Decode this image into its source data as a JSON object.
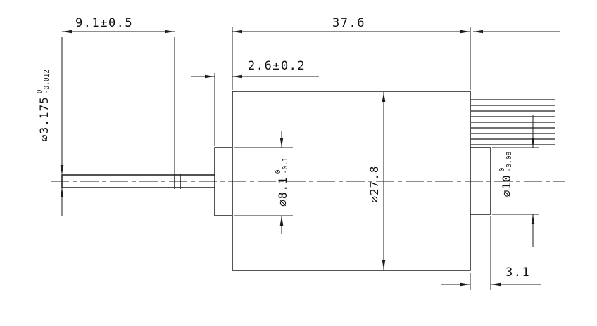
{
  "dims": {
    "shaft_length": "9.1±0.5",
    "body_length": "37.6",
    "front_boss_length": "2.6±0.2",
    "rear_boss_length": "3.1",
    "shaft_diameter": {
      "value": "⌀3.175",
      "tol_upper": "0",
      "tol_lower": "-0.012"
    },
    "front_boss_diameter": {
      "value": "⌀8.1",
      "tol_upper": "0",
      "tol_lower": "-0.1"
    },
    "body_diameter": {
      "value": "⌀27.8"
    },
    "rear_boss_diameter": {
      "value": "⌀10",
      "tol_upper": "0",
      "tol_lower": "-0.08"
    }
  },
  "colors": {
    "line": "#1c1c1c",
    "background": "#ffffff"
  }
}
